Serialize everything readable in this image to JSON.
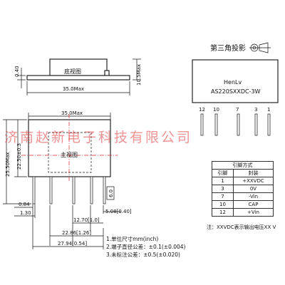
{
  "labels": {
    "bottom_view": "底视图",
    "main_view": "主视图",
    "projection": "第三角投影",
    "brand": "HenLv",
    "model": "AS220SXXDC-3W"
  },
  "dims": {
    "d_040": "0.40",
    "d_105": "10.5Max",
    "d_35top": "35.0Max",
    "d_35main": "35.0Max",
    "d_2550": "25.50Max",
    "d_2250": "22.50±0.3",
    "d_60": "6.0",
    "d_084": "0.84",
    "d_130": "1.30",
    "d_1270": "12.70[1.0]",
    "d_508": "5.08[0.40]",
    "d_2286": "22.86[1.26]",
    "d_2794": "27.94[0.54]"
  },
  "pins_side": [
    "12",
    "10",
    "7",
    "3",
    "1"
  ],
  "pin_table": {
    "title": "引脚方式",
    "headers": [
      "引脚",
      "封装"
    ],
    "rows": [
      [
        "1",
        "+XXVDC"
      ],
      [
        "3",
        "0V"
      ],
      [
        "7",
        "-Vin"
      ],
      [
        "10",
        "CAP"
      ],
      [
        "12",
        "+Vin"
      ]
    ],
    "note": "注：XXVDC表示输出电压XX V"
  },
  "notes": [
    "1.单位尺寸mm(inch)",
    "2.端子直径公差：±0.1(±0.004)",
    "3.未标注公差：±0.5(±0.020)"
  ],
  "watermark": "济南赵新电子科技有限公司",
  "colors": {
    "watermark": "#e23b3b",
    "centerline": "#d22",
    "ink": "#111111"
  }
}
